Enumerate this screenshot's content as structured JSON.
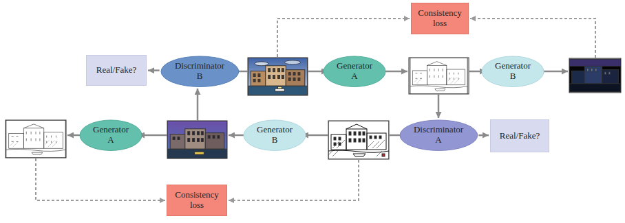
{
  "diagram": {
    "nodes": [
      {
        "text": [
          "Consistency loss"
        ]
      },
      {
        "text": [
          "Real/Fake?"
        ]
      },
      {
        "text": [
          "Discriminator B"
        ]
      },
      {
        "text": [
          "Generator A"
        ]
      },
      {
        "text": [
          "Generator B"
        ]
      },
      {
        "text": [
          "Generator A"
        ]
      },
      {
        "text": [
          "Generator B"
        ]
      },
      {
        "text": [
          "Discriminator A"
        ]
      },
      {
        "text": [
          "Real/Fake?"
        ]
      },
      {
        "text": [
          "Consistency loss"
        ]
      }
    ],
    "edges": [
      {
        "from": 2,
        "to": 1,
        "arrow": "to"
      },
      {
        "from": 7,
        "to": 8,
        "arrow": "to"
      }
    ]
  }
}
